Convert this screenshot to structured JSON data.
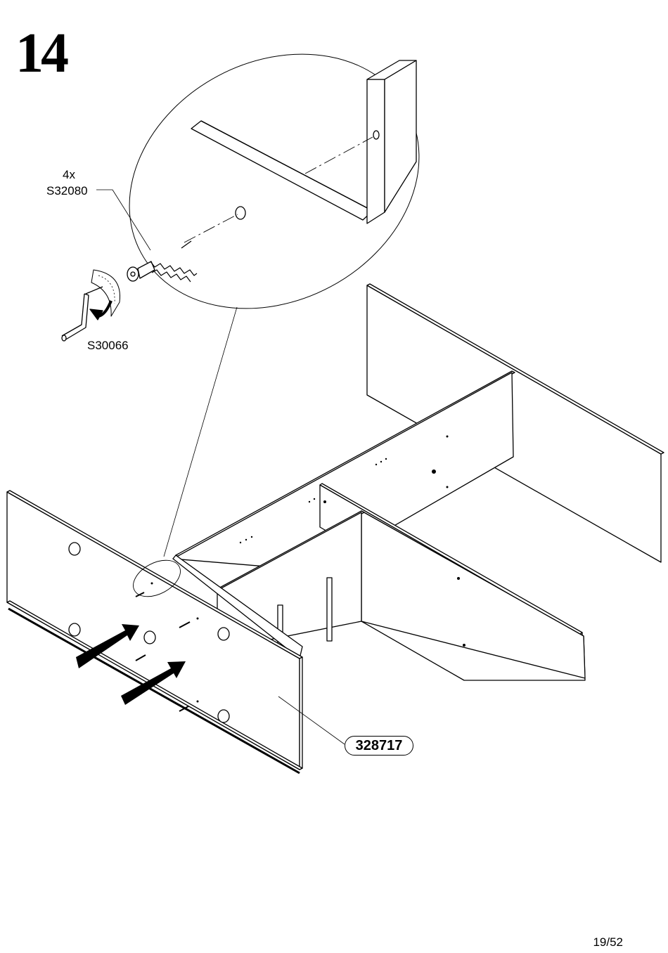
{
  "step": {
    "number": "14"
  },
  "hardware": [
    {
      "quantity": "4x",
      "code": "S32080",
      "icon": "screw-icon"
    },
    {
      "code": "S30066",
      "icon": "hex-key-icon"
    }
  ],
  "panel": {
    "code": "328717"
  },
  "footer": {
    "page": "19/52"
  },
  "colors": {
    "ink": "#000000",
    "paper": "#ffffff"
  }
}
